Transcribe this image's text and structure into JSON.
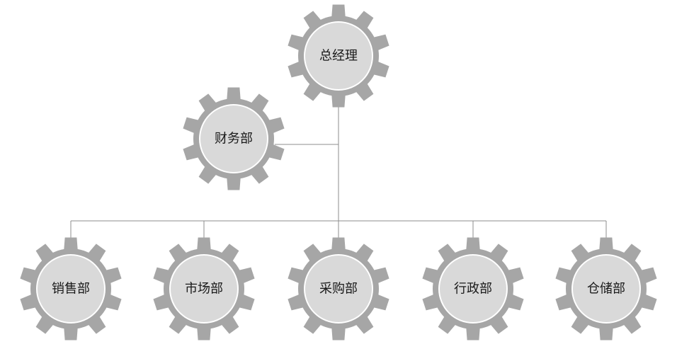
{
  "org_chart": {
    "root": {
      "label": "总经理"
    },
    "assistant": {
      "label": "财务部"
    },
    "departments": [
      {
        "label": "销售部"
      },
      {
        "label": "市场部"
      },
      {
        "label": "采购部"
      },
      {
        "label": "行政部"
      },
      {
        "label": "仓储部"
      }
    ]
  },
  "colors": {
    "gear": "#a6a6a6",
    "gear_ring": "#ffffff",
    "gear_center": "#d9d9d9",
    "connector": "#8c8c8c",
    "text": "#1a1a1a"
  }
}
